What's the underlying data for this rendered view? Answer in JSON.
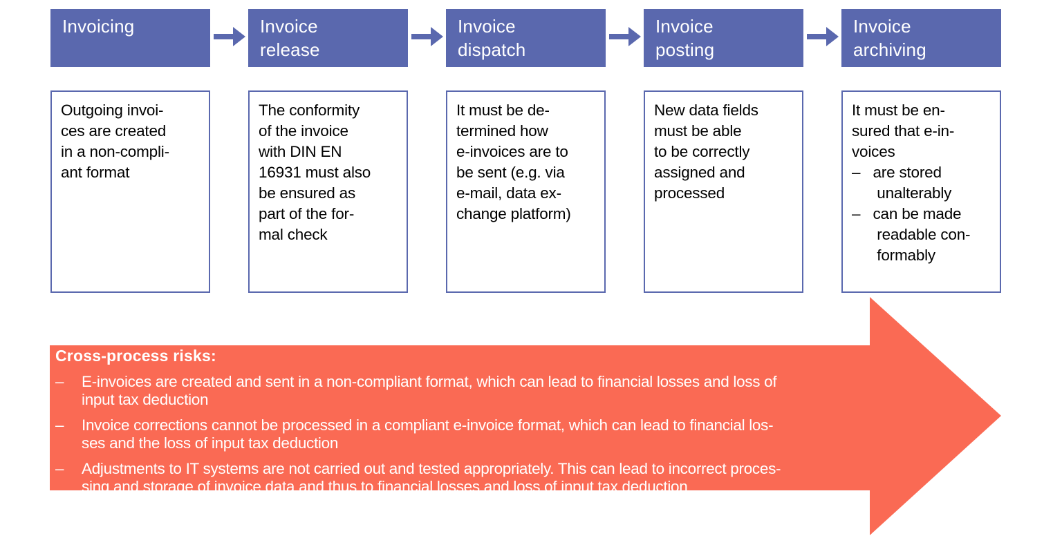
{
  "colors": {
    "blue": "#5a68ae",
    "orange": "#fa6a54",
    "header_text": "#ffffff",
    "body_text": "#000000"
  },
  "stages": [
    {
      "title": "Invoicing",
      "body": "Outgoing invoi-\nces are created\nin a non-compli-\nant format"
    },
    {
      "title": "Invoice\nrelease",
      "body": "The conformity\nof the invoice\nwith DIN EN\n16931 must also\nbe ensured as\npart of the for-\nmal check"
    },
    {
      "title": "Invoice\ndispatch",
      "body": "It must be de-\ntermined how\ne-invoices are to\nbe sent (e.g. via\ne-mail, data ex-\nchange platform)"
    },
    {
      "title": "Invoice\nposting",
      "body": "New data fields\nmust be able\nto be correctly\nassigned and\nprocessed"
    },
    {
      "title": "Invoice\narchiving",
      "body": "It must be en-\nsured that e-in-\nvoices\n–   are stored\n      unalterably\n–   can be made\n      readable con-\n      formably"
    }
  ],
  "risks": {
    "title": "Cross-process risks:",
    "bullet": "–",
    "items": [
      "E-invoices are created and sent in a non-compliant format, which can lead to financial losses and loss of\ninput tax deduction",
      "Invoice corrections cannot be processed in a compliant e-invoice format, which can lead to financial los-\nses and the loss of input tax deduction",
      "Adjustments to IT systems are not carried out and tested appropriately. This can lead to incorrect proces-\nsing and storage of invoice data and thus to financial losses and loss of input tax deduction"
    ]
  }
}
